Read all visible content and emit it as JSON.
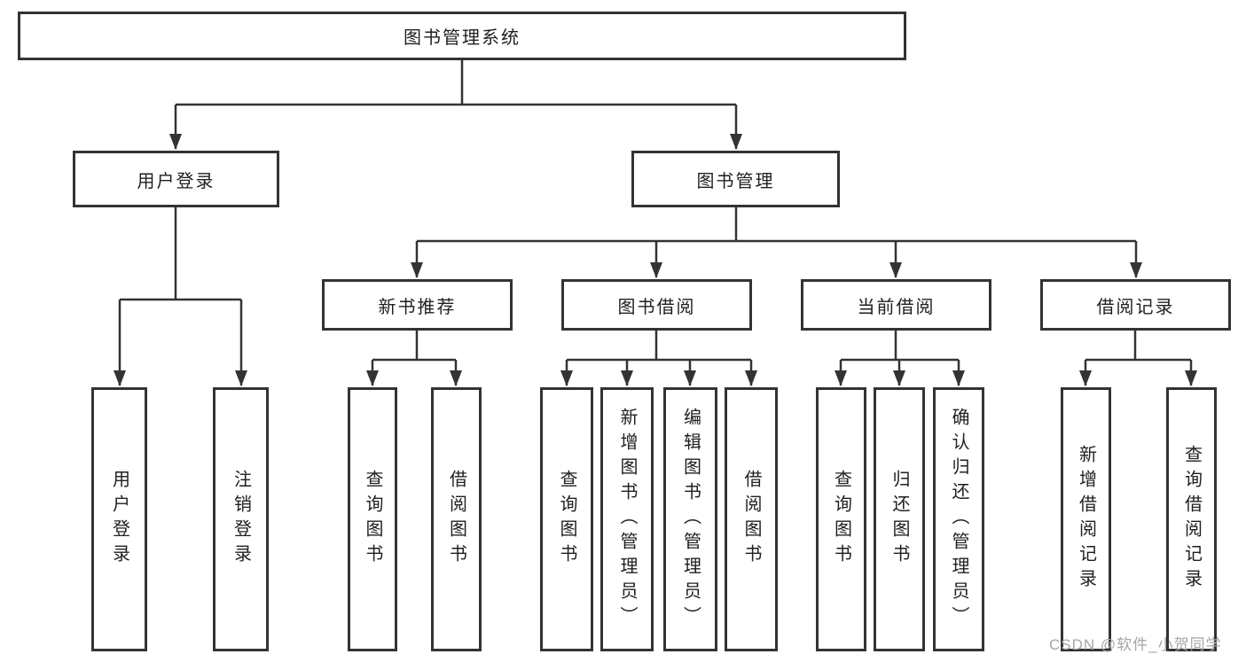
{
  "colors": {
    "line": "#333333",
    "box_border": "#333333",
    "text": "#1f1f1f",
    "watermark": "#a6a6a6",
    "background": "#ffffff"
  },
  "watermark": {
    "text": "CSDN @软件_小贺同学"
  },
  "nodes": {
    "root": {
      "label": "图书管理系统"
    },
    "level2": {
      "user_login": {
        "label": "用户登录"
      },
      "book_mgmt": {
        "label": "图书管理"
      }
    },
    "level3": {
      "new_book_rec": {
        "label": "新书推荐"
      },
      "book_borrow": {
        "label": "图书借阅"
      },
      "current_borrow": {
        "label": "当前借阅"
      },
      "borrow_record": {
        "label": "借阅记录"
      }
    },
    "leaves": {
      "user_login": {
        "label": "用户登录"
      },
      "logout": {
        "label": "注销登录"
      },
      "nbr_query_book": {
        "label": "查询图书"
      },
      "nbr_borrow_book": {
        "label": "借阅图书"
      },
      "bb_query_book": {
        "label": "查询图书"
      },
      "bb_add_book": {
        "label": "新增图书（管理员）"
      },
      "bb_edit_book": {
        "label": "编辑图书（管理员）"
      },
      "bb_borrow_book": {
        "label": "借阅图书"
      },
      "cb_query_book": {
        "label": "查询图书"
      },
      "cb_return_book": {
        "label": "归还图书"
      },
      "cb_confirm_return": {
        "label": "确认归还（管理员）"
      },
      "br_add_record": {
        "label": "新增借阅记录"
      },
      "br_query_record": {
        "label": "查询借阅记录"
      }
    }
  }
}
